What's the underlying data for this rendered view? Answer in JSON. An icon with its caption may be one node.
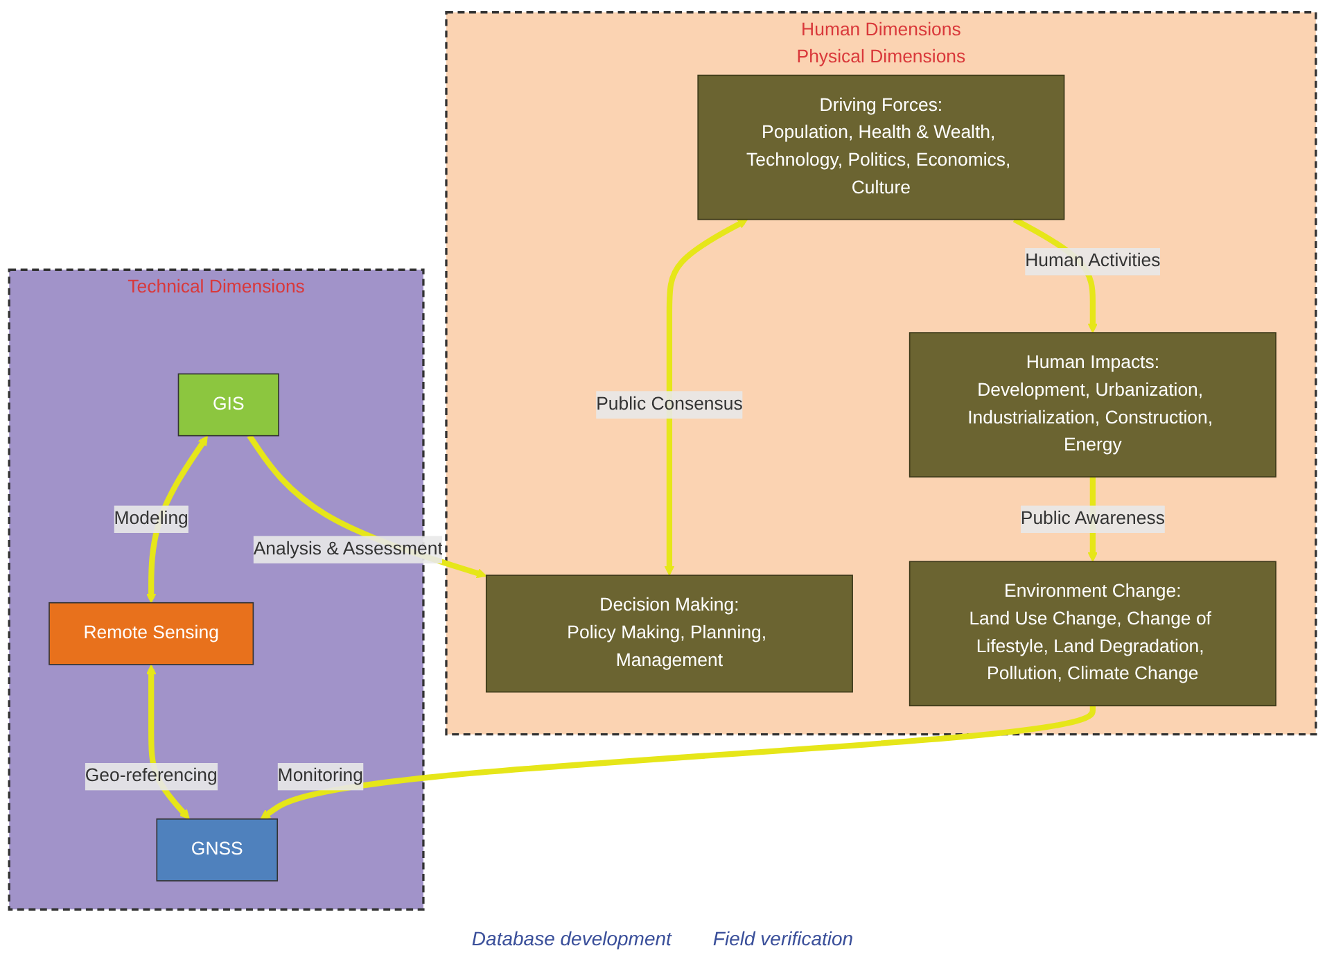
{
  "diagram": {
    "nodes": [
      {
        "text": [
          "Human Dimensions",
          "Physical Dimensions"
        ]
      },
      {
        "text": [
          "Driving Forces:",
          "Population, Health & Wealth, Technology, Politics, Economics, Culture"
        ],
        "in": 0
      },
      {
        "text": [
          "Human Impacts:",
          "Development, Urbanization, Industrialization, Construction, Energy"
        ],
        "in": 0
      },
      {
        "text": [
          "Decision Making:",
          "Policy Making, Planning, Management"
        ],
        "in": 0
      },
      {
        "text": [
          "Environment Change:",
          "Land Use Change, Change of Lifestyle, Land Degradation, Pollution, Climate Change"
        ],
        "in": 0
      },
      {
        "text": [
          "Technical Dimensions"
        ]
      },
      {
        "text": [
          "GIS"
        ],
        "in": 5
      },
      {
        "text": [
          "Remote Sensing"
        ],
        "in": 5
      },
      {
        "text": [
          "GNSS"
        ],
        "in": 5
      }
    ],
    "edges": [
      {
        "from": 1,
        "to": 2,
        "arrow": "to",
        "label": "Human Activities"
      },
      {
        "from": 1,
        "to": 3,
        "arrow": "both",
        "label": "Public Consensus"
      },
      {
        "from": 2,
        "to": 4,
        "arrow": "to",
        "label": "Public Awareness"
      },
      {
        "from": 4,
        "to": 8,
        "arrow": "to",
        "label": "Monitoring"
      },
      {
        "from": 6,
        "to": 3,
        "arrow": "to",
        "label": "Analysis & Assessment"
      },
      {
        "from": 6,
        "to": 7,
        "arrow": "both",
        "label": "Modeling"
      },
      {
        "from": 7,
        "to": 8,
        "arrow": "both",
        "label": "Geo-referencing"
      }
    ],
    "labels": [
      "Database development",
      "Field verification"
    ]
  }
}
